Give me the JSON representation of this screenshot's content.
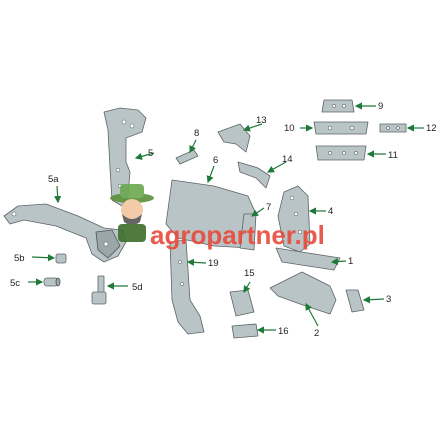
{
  "watermark": {
    "text": "agropartner.pl",
    "color_main": "#e84a3a",
    "color_accent": "#6aa84f"
  },
  "callouts": [
    {
      "id": "1",
      "label": "1"
    },
    {
      "id": "2",
      "label": "2"
    },
    {
      "id": "3",
      "label": "3"
    },
    {
      "id": "4",
      "label": "4"
    },
    {
      "id": "5",
      "label": "5"
    },
    {
      "id": "5a",
      "label": "5a"
    },
    {
      "id": "5b",
      "label": "5b"
    },
    {
      "id": "5c",
      "label": "5c"
    },
    {
      "id": "5d",
      "label": "5d"
    },
    {
      "id": "6",
      "label": "6"
    },
    {
      "id": "7",
      "label": "7"
    },
    {
      "id": "8",
      "label": "8"
    },
    {
      "id": "9",
      "label": "9"
    },
    {
      "id": "10",
      "label": "10"
    },
    {
      "id": "11",
      "label": "11"
    },
    {
      "id": "12",
      "label": "12"
    },
    {
      "id": "13",
      "label": "13"
    },
    {
      "id": "14",
      "label": "14"
    },
    {
      "id": "15",
      "label": "15"
    },
    {
      "id": "16",
      "label": "16"
    },
    {
      "id": "19",
      "label": "19"
    }
  ],
  "colors": {
    "part_fill": "#b9c4c6",
    "part_stroke": "#5d6466",
    "leader": "#1f7a3a"
  }
}
